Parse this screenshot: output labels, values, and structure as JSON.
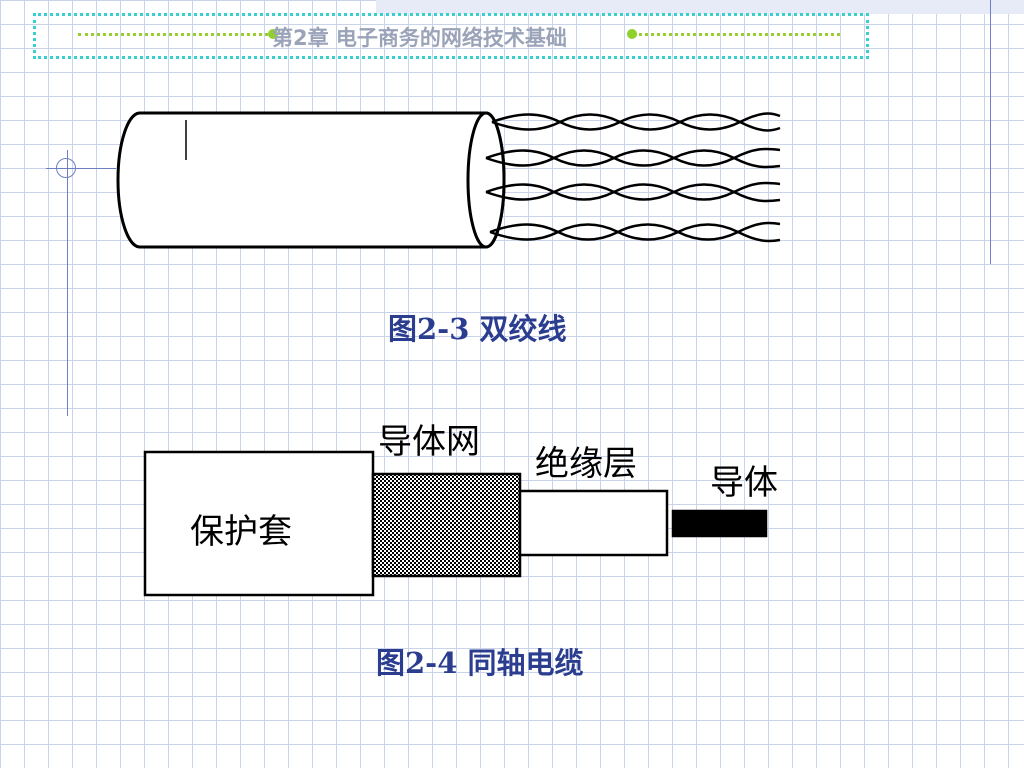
{
  "header": {
    "title": "第2章  电子商务的网络技术基础"
  },
  "figure_twisted_pair": {
    "caption": "图2-3  双绞线"
  },
  "figure_coax": {
    "caption": "图2-4  同轴电缆",
    "labels": {
      "jacket": "保护套",
      "shield": "导体网",
      "insulation": "绝缘层",
      "conductor": "导体"
    }
  },
  "colors": {
    "header_border": "#35d1cf",
    "header_dots": "#9acd32",
    "caption": "#2a3d8f",
    "grid": "#c9d3ea"
  }
}
